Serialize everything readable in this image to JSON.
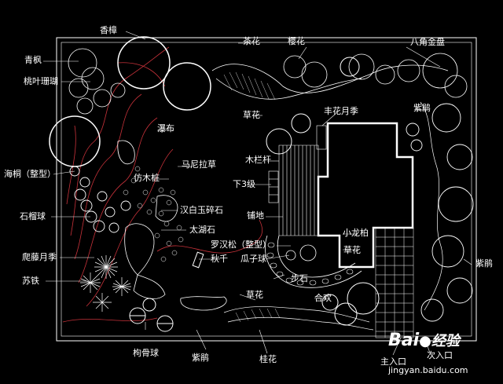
{
  "labels": {
    "xiangzhang": "香樟",
    "qingfeng": "青枫",
    "taoye": "桃叶珊瑚",
    "haitong": "海桐（整型）",
    "shiliu": "石榴球",
    "paqiang": "爬藤月季",
    "sutie": "苏铁",
    "gouguqiu": "枸骨球",
    "ziwei_bottom": "紫鹃",
    "guihua": "桂花",
    "chahua": "茶花",
    "yinghua": "樱花",
    "bajiao": "八角金盘",
    "caohua_top": "草花",
    "fengyue": "丰花月季",
    "ziwei_right_top": "紫鹃",
    "pubu": "瀑布",
    "maniela": "马尼拉草",
    "fangmuzhuang": "仿木桩",
    "mulangan": "木栏杆",
    "xia3ji": "下3级",
    "hanbaiyu": "汉白玉碎石",
    "taihushi": "太湖石",
    "pudi": "铺地",
    "luohansong": "罗汉松（整型）",
    "qiuqian": "秋千",
    "guaziqiu": "瓜子球",
    "xiaolongbai": "小龙柏",
    "caohua_house": "草花",
    "buhua": "步石",
    "caohua_bottom": "草花",
    "hehuan": "合欢",
    "ziwei_right": "紫鹃",
    "zhurukou": "主入口",
    "ciruku": "次入口"
  },
  "watermark": {
    "brand": "Bai",
    "brand_cn": "经验",
    "url": "jingyan.baidu.com"
  },
  "colors": {
    "line": "#ffffff",
    "contour": "#c8323a",
    "background": "#000000"
  }
}
